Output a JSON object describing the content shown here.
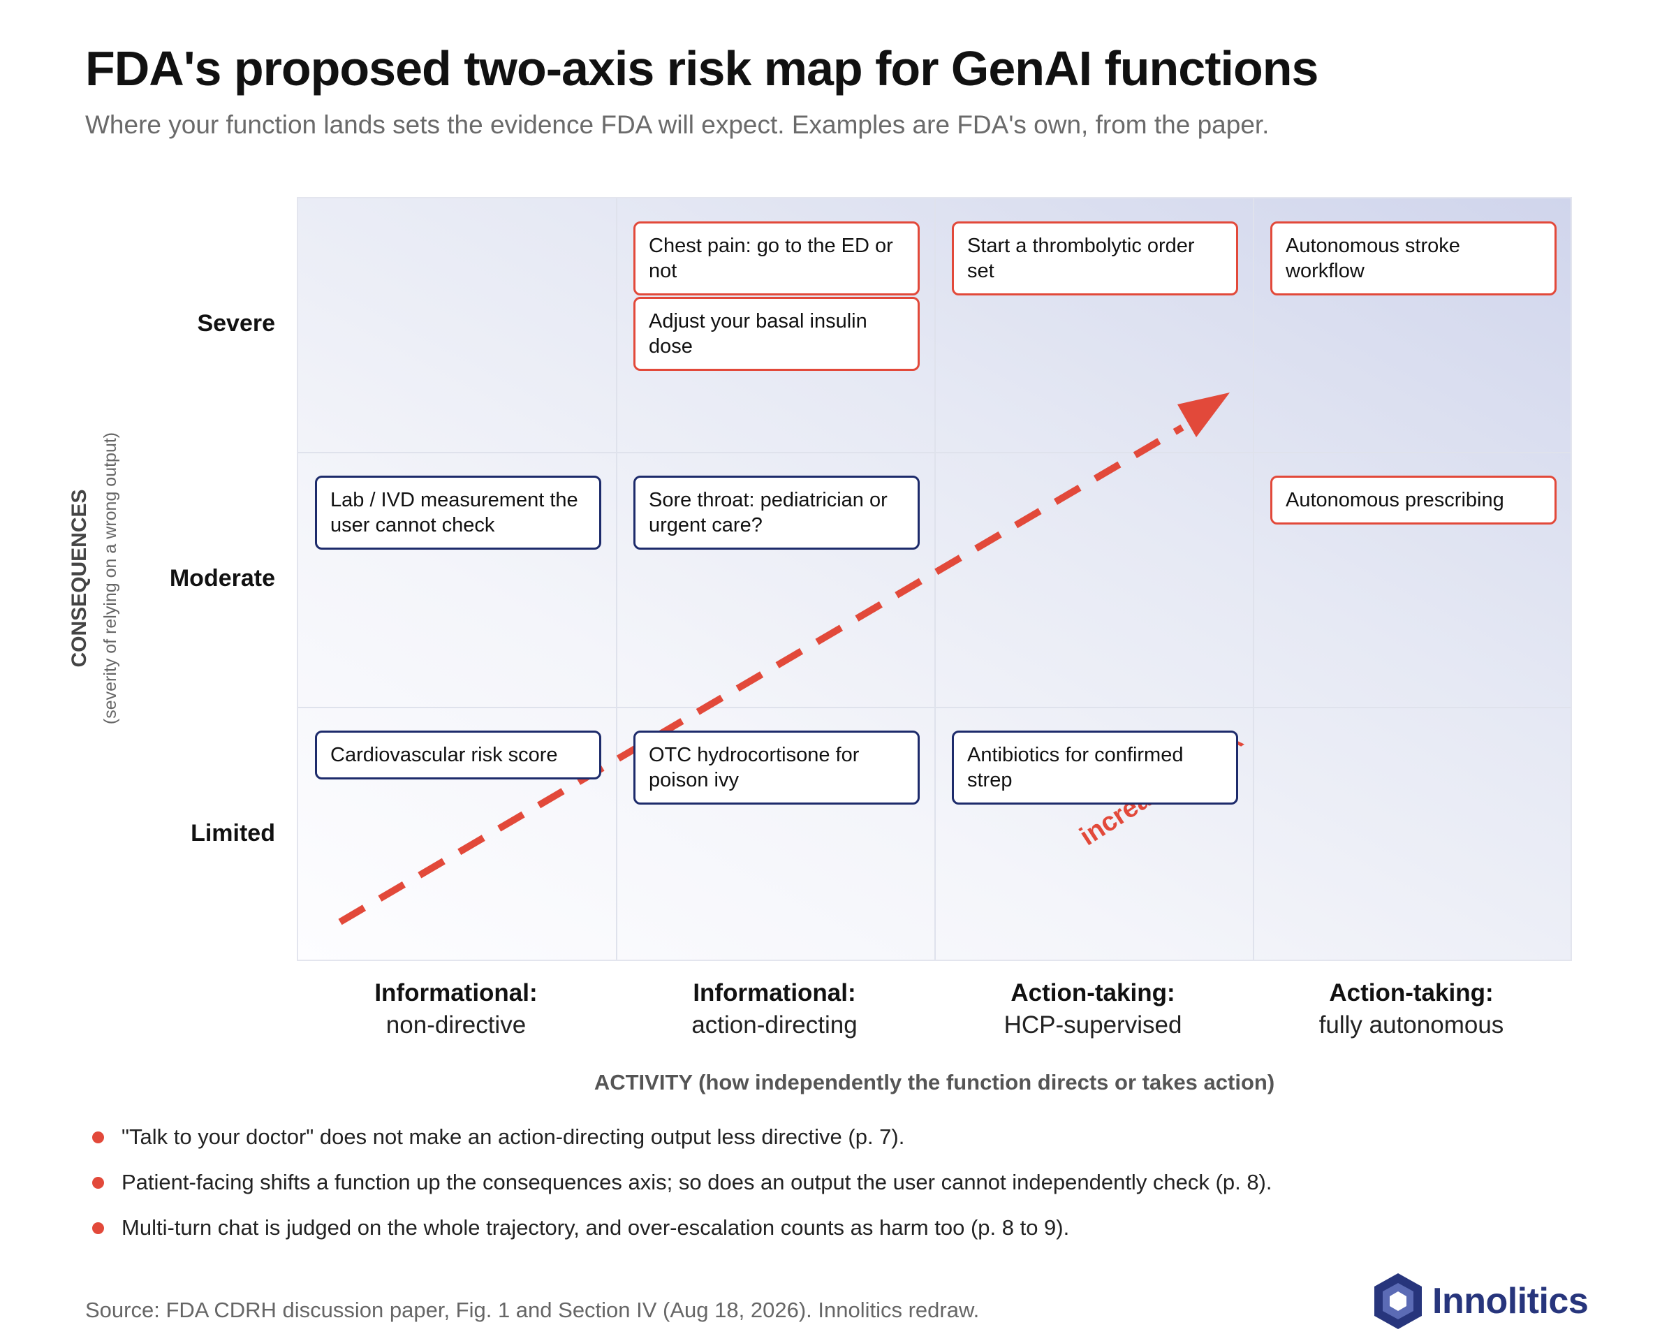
{
  "title": "FDA's proposed two-axis risk map for GenAI functions",
  "subtitle": "Where your function lands sets the evidence FDA will expect. Examples are FDA's own, from the paper.",
  "y_axis": {
    "title": "CONSEQUENCES",
    "subtitle": "(severity of relying on a wrong output)",
    "levels": [
      "Severe",
      "Moderate",
      "Limited"
    ]
  },
  "x_axis": {
    "title": "ACTIVITY (how independently the function directs or takes action)",
    "columns": [
      {
        "line1": "Informational:",
        "line2": "non-directive"
      },
      {
        "line1": "Informational:",
        "line2": "action-directing"
      },
      {
        "line1": "Action-taking:",
        "line2": "HCP-supervised"
      },
      {
        "line1": "Action-taking:",
        "line2": "fully autonomous"
      }
    ]
  },
  "examples": {
    "chest_pain": "Chest pain: go to the ED or not",
    "basal_insulin": "Adjust your basal insulin dose",
    "thrombolytic": "Start a thrombolytic order set",
    "stroke_workflow": "Autonomous stroke workflow",
    "lab_ivd": "Lab / IVD measurement the user cannot check",
    "sore_throat": "Sore throat: pediatrician or urgent care?",
    "autonomous_prescribing": "Autonomous prescribing",
    "cv_risk": "Cardiovascular risk score",
    "otc_hydrocortisone": "OTC hydrocortisone for poison ivy",
    "antibiotics": "Antibiotics for confirmed strep"
  },
  "arrow_label": "increasing risk",
  "notes": [
    "\"Talk to your doctor\" does not make an action-directing output less directive (p. 7).",
    "Patient-facing shifts a function up the consequences axis; so does an output the user cannot independently check (p. 8).",
    "Multi-turn chat is judged on the whole trajectory, and over-escalation counts as harm too (p. 8 to 9)."
  ],
  "source": "Source: FDA CDRH discussion paper, Fig. 1 and Section IV (Aug 18, 2026). Innolitics redraw.",
  "logo_text": "Innolitics",
  "colors": {
    "accent_red": "#e2493a",
    "navy": "#1d2b6b",
    "brand_blue": "#27357c",
    "grid_gradient_dark": "#d0d5ec"
  }
}
